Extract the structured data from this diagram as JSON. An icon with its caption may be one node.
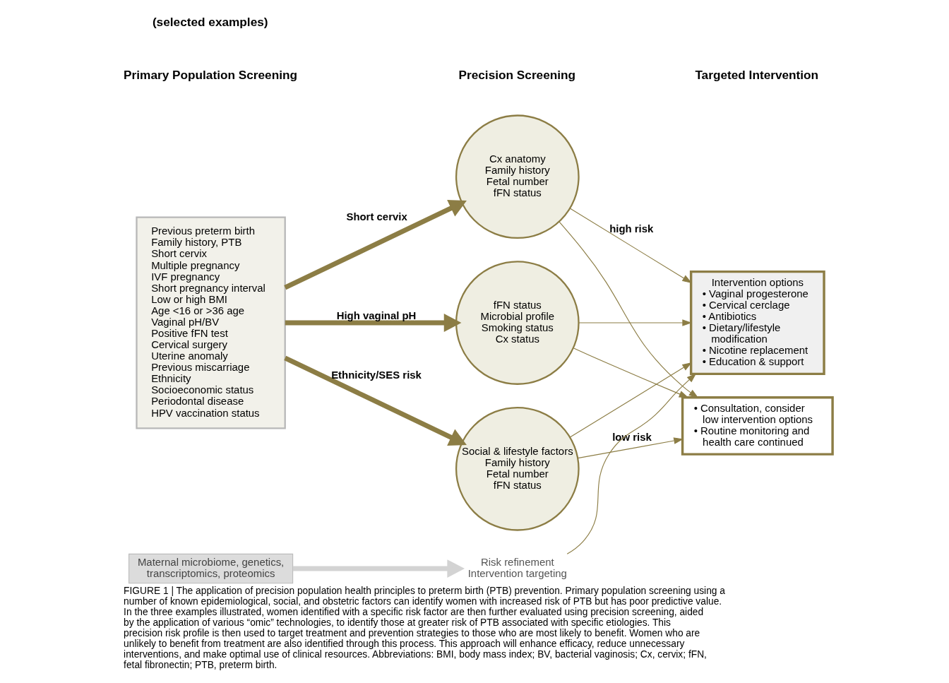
{
  "diagram": {
    "caption": "FIGURE 1 | The application of precision population health principles to preterm birth (PTB) prevention. Primary population screening using a number of known epidemiological, social, and obstetric factors can identify women with increased risk of PTB but has poor predictive value. In the three examples illustrated, women identified with a specific risk factor are then further evaluated using precision screening, aided by the application of various “omic” technologies, to identify those at greater risk of PTB associated with specific etiologies. This precision risk profile is then used to target treatment and prevention strategies to those who are most likely to benefit. Women who are unlikely to benefit from treatment are also identified through this process. This approach will enhance efficacy, reduce unnecessary interventions, and make optimal use of clinical resources. Abbreviations: BMI, body mass index; BV, bacterial vaginosis; Cx, cervix; fFN, fetal fibronectin; PTB, preterm birth.",
    "nodes": [
      {
        "text": [
          "Previous preterm birth",
          "Family history, PTB",
          "Short cervix",
          "Multiple pregnancy",
          "IVF pregnancy",
          "Short pregnancy interval",
          "Low or high BMI",
          "Age <16 or >36 age",
          "Vaginal pH/BV",
          "Positive fFN test",
          "Cervical surgery",
          "Uterine anomaly",
          "Previous miscarriage",
          "Ethnicity",
          "Socioeconomic status",
          "Periodontal disease",
          "HPV vaccination status"
        ]
      },
      {
        "text": [
          "Cx anatomy",
          "Family history",
          "Fetal number",
          "fFN status"
        ]
      },
      {
        "text": [
          "fFN status",
          "Microbial profile",
          "Smoking status",
          "Cx status"
        ]
      },
      {
        "text": [
          "Social & lifestyle factors",
          "Family history",
          "Fetal number",
          "fFN status"
        ]
      },
      {
        "text": [
          "Maternal microbiome, genetics, transcriptomics, proteomics"
        ]
      },
      {
        "text": [
          "Risk refinement",
          "Intervention targeting"
        ]
      },
      {
        "text": [
          "Intervention options",
          "• Vaginal progesterone",
          "• Cervical cerclage",
          "• Antibiotics",
          "• Dietary/lifestyle modification",
          "• Nicotine replacement",
          "• Education & support"
        ]
      },
      {
        "text": [
          "• Consultation, consider low intervention options",
          "• Routine monitoring and health care continued"
        ]
      }
    ],
    "edges": [
      {
        "from": 0,
        "to": 1,
        "arrow": "to",
        "label": "Short cervix",
        "style": "thick"
      },
      {
        "from": 0,
        "to": 2,
        "arrow": "to",
        "label": "High vaginal pH",
        "style": "thick"
      },
      {
        "from": 0,
        "to": 3,
        "arrow": "to",
        "label": "Ethnicity/SES risk",
        "style": "thick"
      },
      {
        "from": 4,
        "to": 5,
        "arrow": "to",
        "style": "thick",
        "color": "#d3d3d3"
      },
      {
        "from": 5,
        "to": 6,
        "arrow": "to"
      },
      {
        "from": 1,
        "to": 6,
        "arrow": "to",
        "label": "high risk"
      },
      {
        "from": 2,
        "to": 6,
        "arrow": "to"
      },
      {
        "from": 3,
        "to": 6,
        "arrow": "to"
      },
      {
        "from": 1,
        "to": 7,
        "arrow": "to"
      },
      {
        "from": 2,
        "to": 7,
        "arrow": "to"
      },
      {
        "from": 3,
        "to": 7,
        "arrow": "to",
        "label": "low risk"
      }
    ],
    "labels": [
      "Primary Population Screening",
      "Precision Screening",
      "Targeted Intervention",
      "(selected examples)"
    ]
  }
}
